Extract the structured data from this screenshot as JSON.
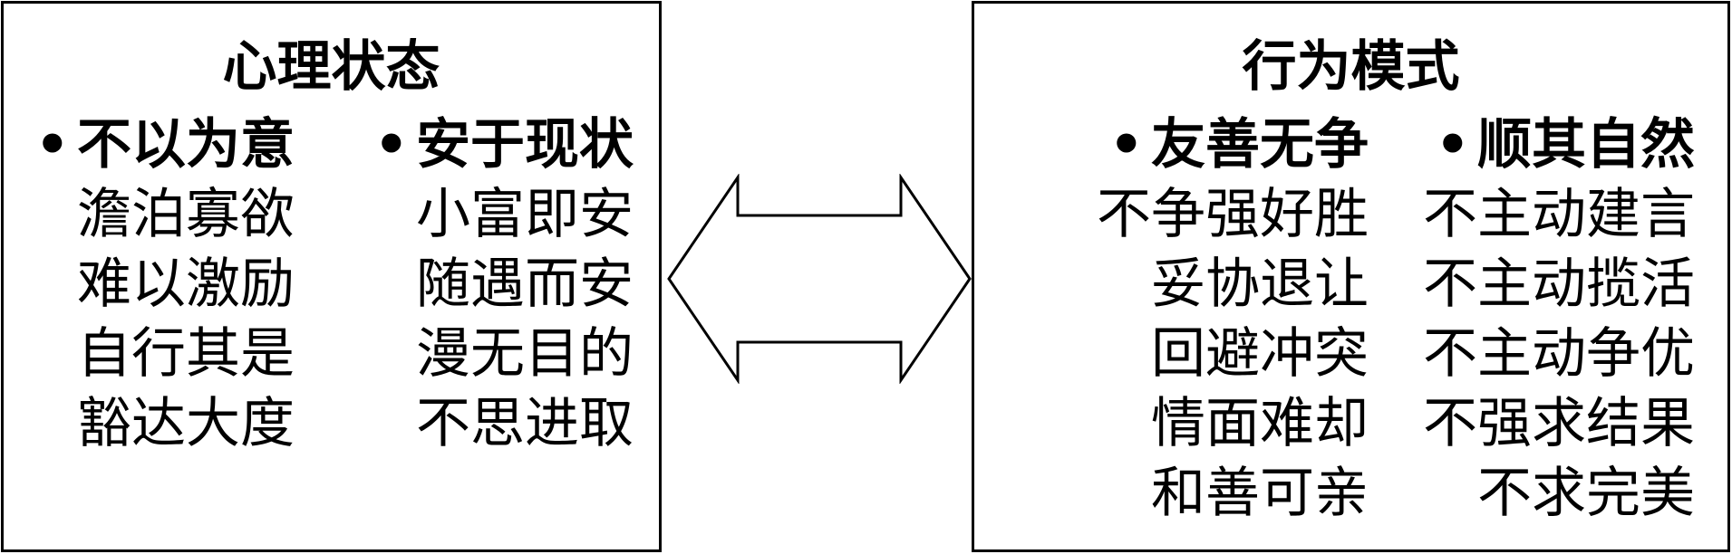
{
  "left_box": {
    "title": "心理状态",
    "columns": [
      {
        "heading": "不以为意",
        "items": [
          "澹泊寡欲",
          "难以激励",
          "自行其是",
          "豁达大度"
        ]
      },
      {
        "heading": "安于现状",
        "items": [
          "小富即安",
          "随遇而安",
          "漫无目的",
          "不思进取"
        ]
      }
    ]
  },
  "right_box": {
    "title": "行为模式",
    "columns": [
      {
        "heading": "友善无争",
        "items": [
          "不争强好胜",
          "妥协退让",
          "回避冲突",
          "情面难却",
          "和善可亲"
        ]
      },
      {
        "heading": "顺其自然",
        "items": [
          "不主动建言",
          "不主动揽活",
          "不主动争优",
          "不强求结果",
          "不求完美"
        ]
      }
    ]
  },
  "bullet": "•"
}
